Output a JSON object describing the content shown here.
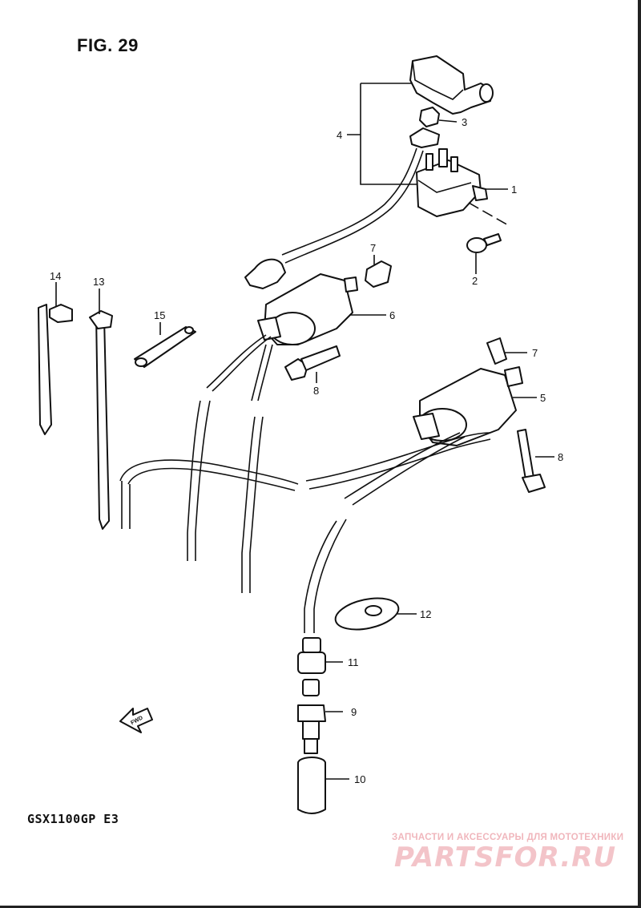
{
  "figure": {
    "title": "FIG. 29",
    "model": "GSX1100GP  E3",
    "fwd_label": "FWD"
  },
  "callouts": [
    "1",
    "2",
    "3",
    "4",
    "5",
    "6",
    "7",
    "7",
    "8",
    "8",
    "9",
    "10",
    "11",
    "12",
    "13",
    "14",
    "15"
  ],
  "watermark": {
    "subtitle": "ЗАПЧАСТИ И АКСЕССУАРЫ ДЛЯ МОТОТЕХНИКИ",
    "brand": "PARTSFOR.RU"
  }
}
